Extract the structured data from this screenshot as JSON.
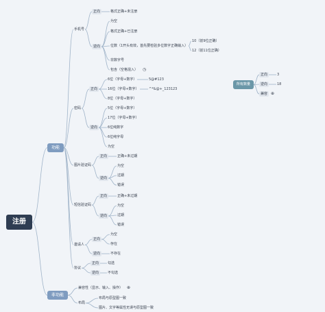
{
  "root": {
    "label": "注册",
    "functional": {
      "label": "功能",
      "phone": {
        "label": "手机号",
        "valid": {
          "label": "正向",
          "items": [
            "格式正确+未注册"
          ]
        },
        "invalid": {
          "label": "逆向",
          "empty": "为空",
          "registered": "格式正确+已注册",
          "digits": "位数（1开头有效，首先要检验多位数字正确输入）",
          "digits_10": "10（前9位正确）",
          "digits_12": "12（前11位正确）",
          "non_numeric": "非数字号",
          "spaces": "包含（空格混入）"
        }
      },
      "password": {
        "label": "密码",
        "valid": {
          "label": "正向",
          "items": [
            "6位（字母+数字）",
            "16位（字母+数字）",
            "8位（字母+数字）"
          ],
          "examples": [
            "5@#123",
            "^*&@+_123123"
          ]
        },
        "invalid": {
          "label": "逆向",
          "items": [
            "5位（字母+数字）",
            "17位（字母+数字）",
            "6位纯数字",
            "6位纯字母",
            "为空"
          ]
        }
      },
      "image_captcha": {
        "label": "图片验证码",
        "valid": {
          "label": "正向",
          "items": [
            "正确+未过期"
          ]
        },
        "invalid": {
          "label": "逆向",
          "items": [
            "为空",
            "过期",
            "错误"
          ]
        }
      },
      "sms_captcha": {
        "label": "短信验证码",
        "valid": {
          "label": "正向",
          "items": [
            "正确+未过期"
          ]
        },
        "invalid": {
          "label": "逆向",
          "items": [
            "为空",
            "过期",
            "错误"
          ]
        }
      },
      "inviter": {
        "label": "邀请人",
        "valid": {
          "label": "正向",
          "items": [
            "为空",
            "存在"
          ]
        },
        "invalid": {
          "label": "逆向",
          "items": [
            "不存在"
          ]
        }
      },
      "agreement": {
        "label": "协议",
        "valid": {
          "label": "正向",
          "items": [
            "勾选"
          ]
        },
        "invalid": {
          "label": "逆向",
          "items": [
            "不勾选"
          ]
        }
      }
    },
    "non_functional": {
      "label": "非功能",
      "compat": {
        "label": "兼容性（显示、输入、操作）"
      },
      "layout": {
        "label": "布局",
        "items": [
          "布局与原型图一致",
          "图片、文字等属性无误与原型图一致"
        ]
      }
    }
  },
  "summary": {
    "label": "所有数量",
    "valid": {
      "label": "正向",
      "count": "3"
    },
    "invalid": {
      "label": "逆向",
      "count": "18"
    },
    "compat": {
      "label": "兼容"
    }
  },
  "icons": {
    "clock": "clock-icon"
  },
  "colors": {
    "root": "#2f3d52",
    "main": "#7f9cc0",
    "teal": "#6b97a8",
    "node": "#e2e7ee",
    "line": "#9fb3c8",
    "background": "#f1f4f8"
  }
}
